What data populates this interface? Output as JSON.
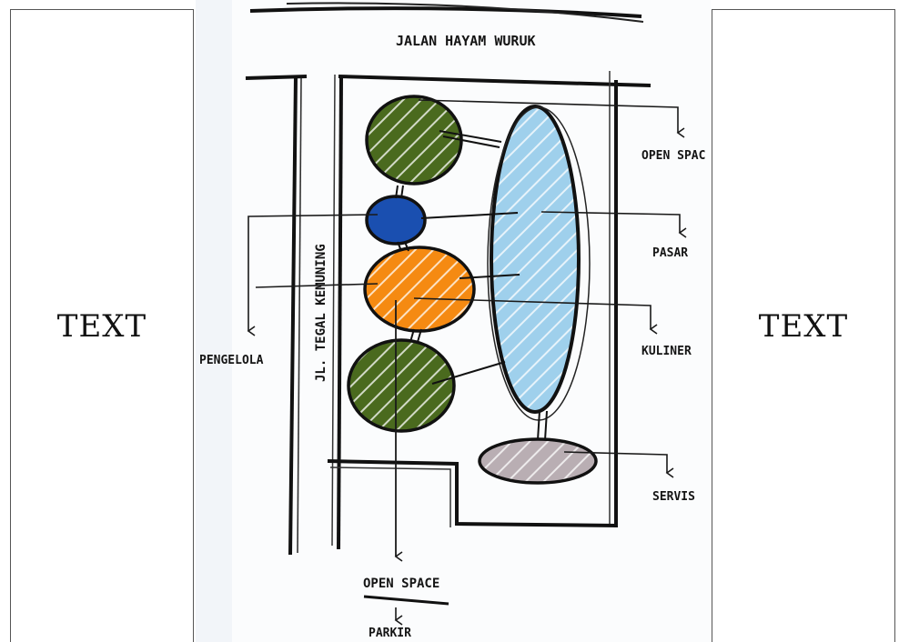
{
  "left_panel": {
    "label": "TEXT"
  },
  "right_panel": {
    "label": "TEXT"
  },
  "sketch": {
    "street_top": "JALAN HAYAM WURUK",
    "street_side": "JL. TEGAL KEMUNING",
    "labels": {
      "open_space_right": "OPEN SPAC",
      "pasar": "PASAR",
      "kuliner": "KULINER",
      "servis": "SERVIS",
      "pengelola": "PENGELOLA",
      "open_space_bottom": "OPEN SPACE",
      "parkir": "PARKIR"
    },
    "colors": {
      "green": "#4a6a1e",
      "blue": "#1a4fb0",
      "orange": "#f58a12",
      "light_blue": "#9fd0ec",
      "grey": "#b9aeb3",
      "ink": "#111111",
      "paper": "#fbfcfd"
    }
  }
}
